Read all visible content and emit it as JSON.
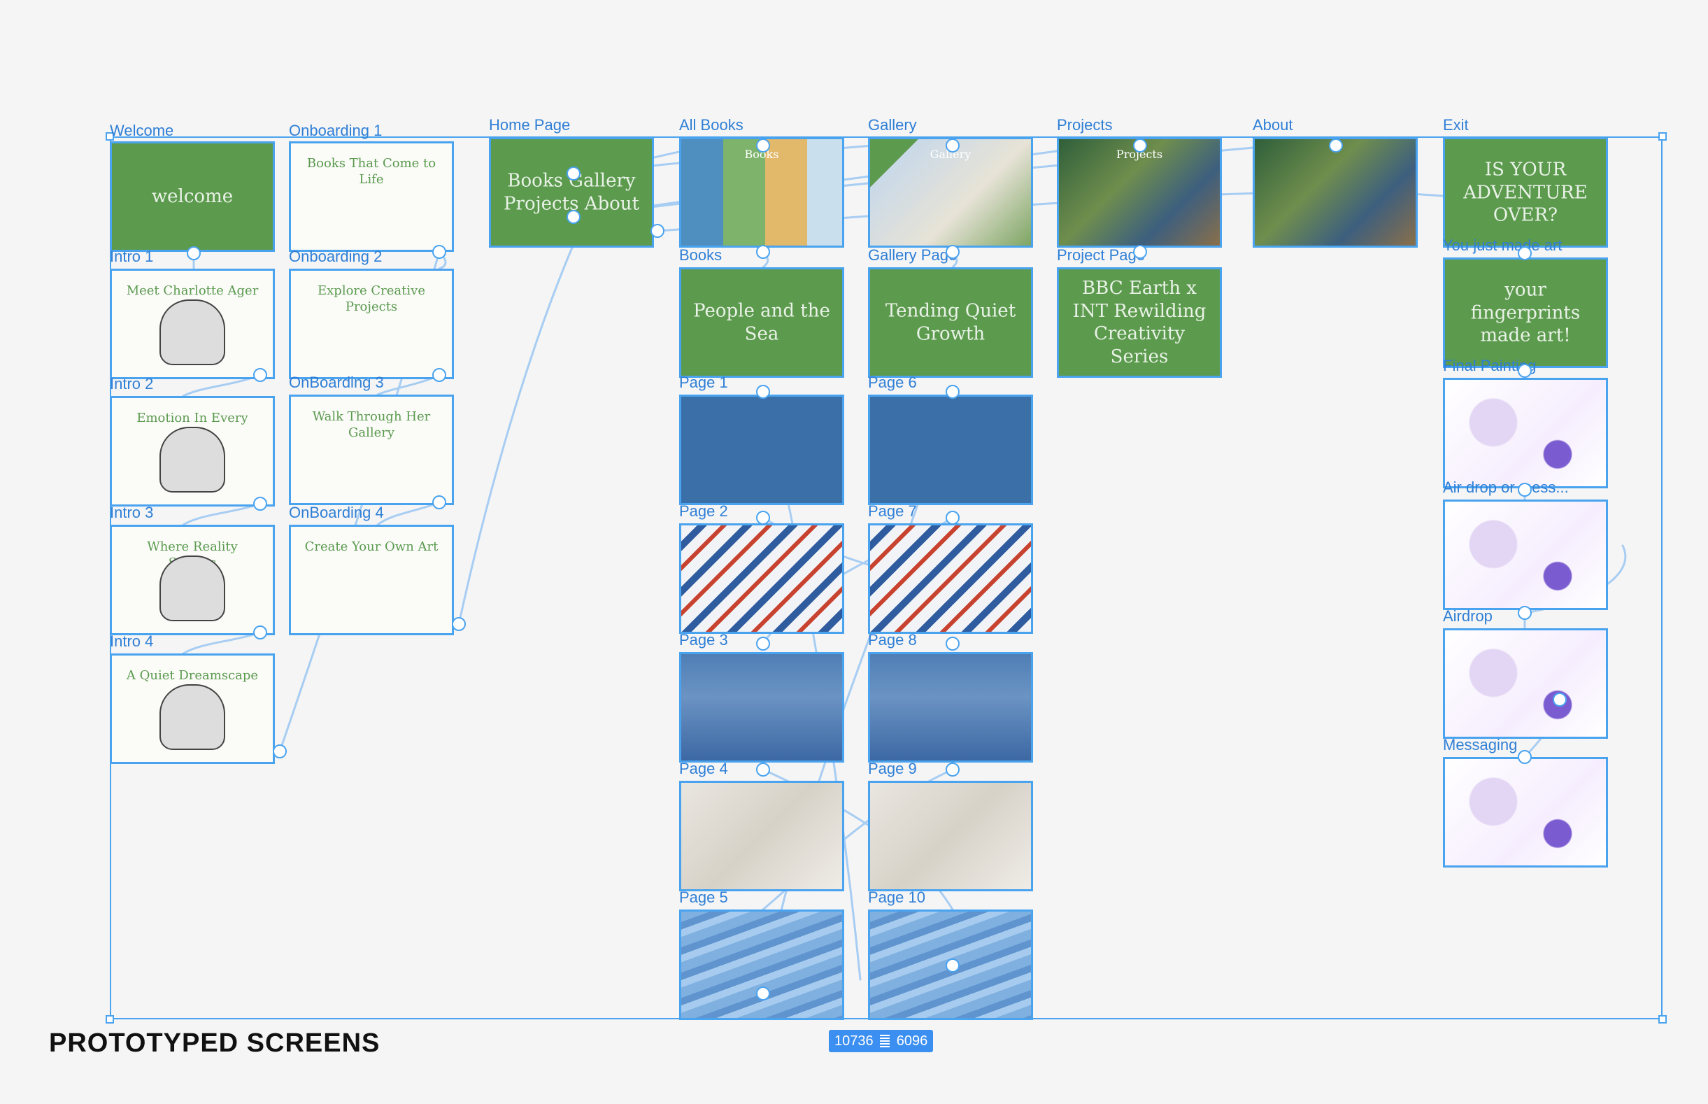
{
  "title": "PROTOTYPED SCREENS",
  "dimensions": {
    "width": "10736",
    "height": "6096"
  },
  "colors": {
    "selection": "#4aa3ef",
    "label": "#2f7fd6",
    "badge": "#3b8ff0",
    "chalkboard": "#5c9a4e"
  },
  "frames": [
    {
      "id": "welcome",
      "label": "Welcome",
      "text": "welcome",
      "style": "green"
    },
    {
      "id": "intro-1",
      "label": "Intro 1",
      "text": "Meet Charlotte Ager",
      "style": "white"
    },
    {
      "id": "intro-2",
      "label": "Intro 2",
      "text": "Emotion In Every Line",
      "style": "white"
    },
    {
      "id": "intro-3",
      "label": "Intro 3",
      "text": "Where Reality Softens",
      "style": "white"
    },
    {
      "id": "intro-4",
      "label": "Intro 4",
      "text": "A Quiet Dreamscape",
      "style": "white"
    },
    {
      "id": "onboarding-1",
      "label": "Onboarding 1",
      "text": "Books That Come to Life",
      "style": "white"
    },
    {
      "id": "onboarding-2",
      "label": "Onboarding 2",
      "text": "Explore Creative Projects",
      "style": "white"
    },
    {
      "id": "onboarding-3",
      "label": "OnBoarding 3",
      "text": "Walk Through Her Gallery",
      "style": "white"
    },
    {
      "id": "onboarding-4",
      "label": "OnBoarding 4",
      "text": "Create Your Own Art",
      "style": "white"
    },
    {
      "id": "home-page",
      "label": "Home Page",
      "text": "Books  Gallery  Projects  About",
      "style": "green"
    },
    {
      "id": "all-books",
      "label": "All Books",
      "text": "Books",
      "style": "collage"
    },
    {
      "id": "books",
      "label": "Books",
      "text": "People and the Sea",
      "style": "green"
    },
    {
      "id": "page-1",
      "label": "Page 1",
      "text": "",
      "style": "blue"
    },
    {
      "id": "page-2",
      "label": "Page 2",
      "text": "",
      "style": "waves"
    },
    {
      "id": "page-3",
      "label": "Page 3",
      "text": "",
      "style": "street"
    },
    {
      "id": "page-4",
      "label": "Page 4",
      "text": "",
      "style": "people"
    },
    {
      "id": "page-5",
      "label": "Page 5",
      "text": "",
      "style": "fish"
    },
    {
      "id": "gallery",
      "label": "Gallery",
      "text": "Gallery",
      "style": "gallery"
    },
    {
      "id": "gallery-page",
      "label": "Gallery Page",
      "text": "Tending Quiet Growth",
      "style": "green"
    },
    {
      "id": "page-6",
      "label": "Page 6",
      "text": "",
      "style": "blue"
    },
    {
      "id": "page-7",
      "label": "Page 7",
      "text": "",
      "style": "waves"
    },
    {
      "id": "page-8",
      "label": "Page 8",
      "text": "",
      "style": "street"
    },
    {
      "id": "page-9",
      "label": "Page 9",
      "text": "",
      "style": "people"
    },
    {
      "id": "page-10",
      "label": "Page 10",
      "text": "",
      "style": "fish"
    },
    {
      "id": "projects",
      "label": "Projects",
      "text": "Projects",
      "style": "photo"
    },
    {
      "id": "project-page",
      "label": "Project Page",
      "text": "BBC Earth x INT Rewilding Creativity Series",
      "style": "green"
    },
    {
      "id": "about",
      "label": "About",
      "text": "",
      "style": "photo"
    },
    {
      "id": "exit",
      "label": "Exit",
      "text": "IS YOUR ADVENTURE OVER?",
      "style": "green"
    },
    {
      "id": "you-just-made-art",
      "label": "You just made art",
      "text": "your fingerprints made art!",
      "style": "green"
    },
    {
      "id": "final-painting",
      "label": "Final Painting",
      "text": "",
      "style": "paint"
    },
    {
      "id": "airdrop-or-message",
      "label": "Air drop or mess...",
      "text": "",
      "style": "paint"
    },
    {
      "id": "airdrop",
      "label": "Airdrop",
      "text": "",
      "style": "paint"
    },
    {
      "id": "messaging",
      "label": "Messaging",
      "text": "",
      "style": "paint"
    }
  ]
}
